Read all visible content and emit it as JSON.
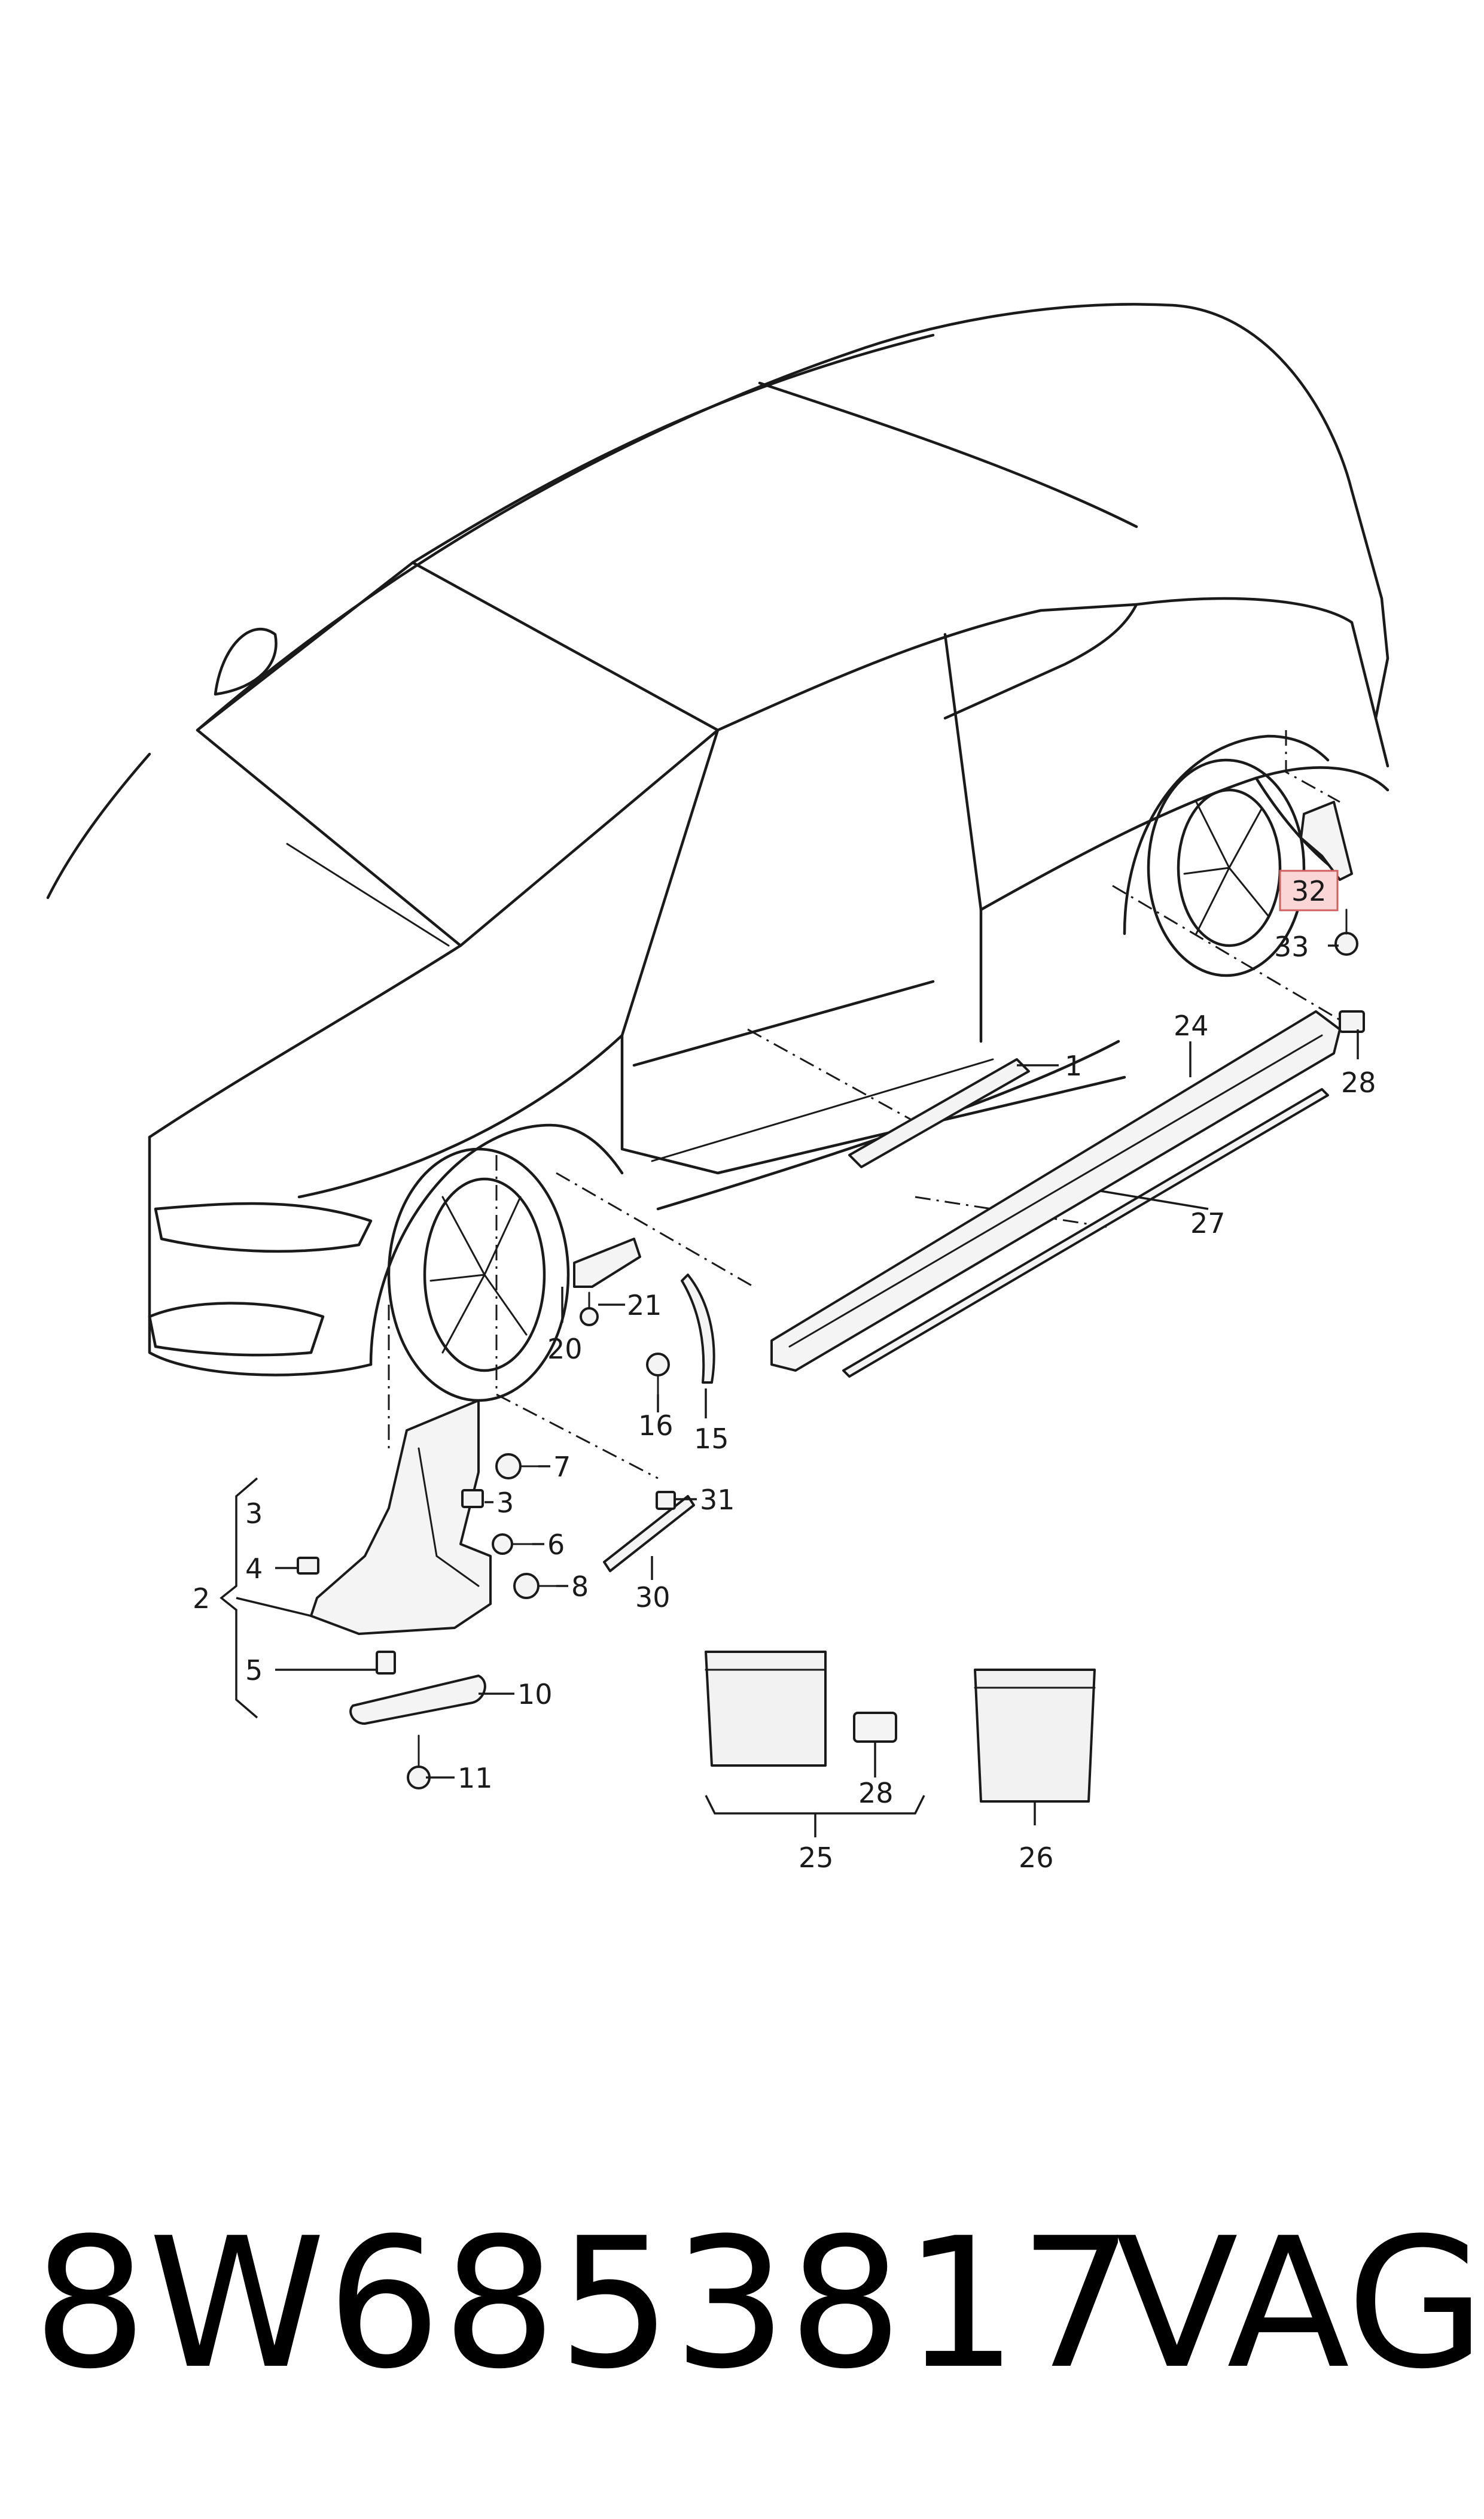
{
  "footer": {
    "part_number": "8W6853817",
    "brand": "VAG"
  },
  "callouts": {
    "c1": "1",
    "c2": "2",
    "c3a": "3",
    "c3b": "3",
    "c4": "4",
    "c5": "5",
    "c6": "6",
    "c7": "7",
    "c8": "8",
    "c10": "10",
    "c11": "11",
    "c15": "15",
    "c16": "16",
    "c20": "20",
    "c21": "21",
    "c24": "24",
    "c25": "25",
    "c26": "26",
    "c27": "27",
    "c28a": "28",
    "c28b": "28",
    "c30": "30",
    "c31": "31",
    "c32": "32",
    "c33": "33"
  },
  "highlight": {
    "callout": "32",
    "color": "#fbd6d6",
    "border_color": "#d06060"
  },
  "icons": [
    "car-outline-icon",
    "wheel-icon",
    "sill-trim-icon",
    "clip-icon",
    "screw-icon",
    "bag-icon"
  ]
}
